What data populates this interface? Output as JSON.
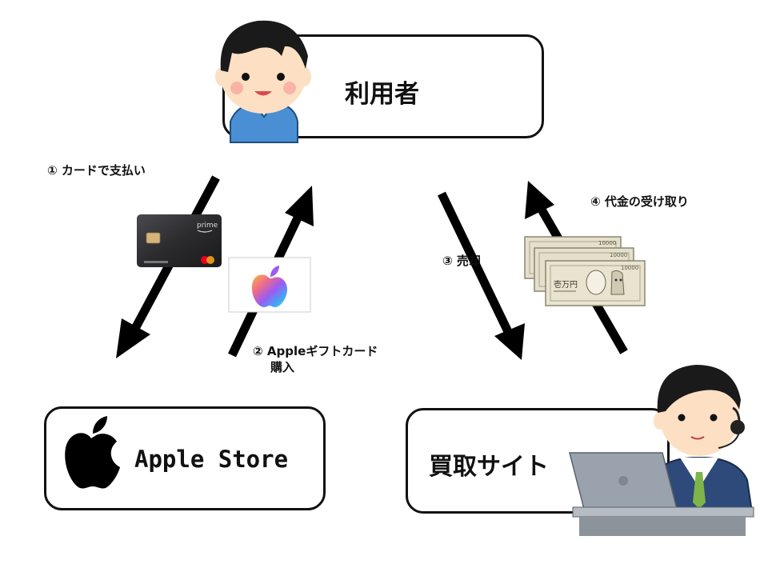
{
  "nodes": {
    "user": {
      "label": "利用者"
    },
    "apple_store": {
      "label": "Apple Store"
    },
    "buyback_site": {
      "label": "買取サイト"
    }
  },
  "steps": {
    "step1": {
      "label": "① カードで支払い"
    },
    "step2": {
      "line1": "② Appleギフトカード",
      "line2": "購入"
    },
    "step3": {
      "label": "③ 売却"
    },
    "step4": {
      "label": "④ 代金の受け取り"
    }
  },
  "illustrations": {
    "credit_card": {
      "brand_text": "prime"
    },
    "banknote": {
      "denomination": "10000",
      "kanji": "壱万円"
    }
  },
  "colors": {
    "stroke": "#111111",
    "arrow": "#000000",
    "user_shirt": "#4a8fd4",
    "card": "#2b2b2e"
  }
}
